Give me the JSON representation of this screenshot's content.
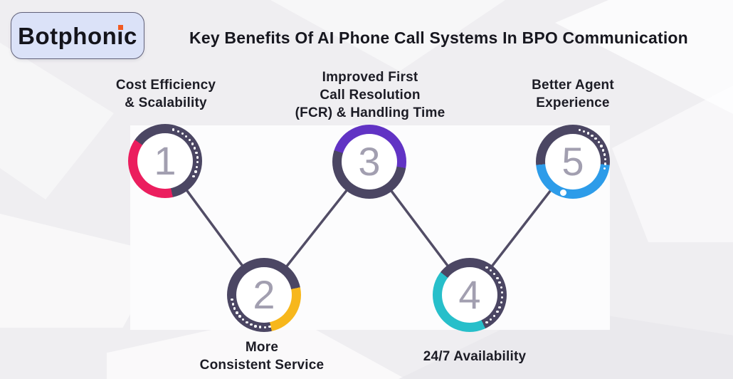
{
  "logo": {
    "pre": "Botphon",
    "i": "i",
    "post": "c",
    "accent_dot_color": "#f15a22",
    "box_color": "#dbe2f8"
  },
  "title": "Key Benefits Of AI Phone Call Systems In BPO Communication",
  "steps": [
    {
      "number": "1",
      "accent": "#eb1e5e",
      "label": "Cost Efficiency & Scalability",
      "lines": [
        "Cost Efficiency",
        "& Scalability"
      ]
    },
    {
      "number": "2",
      "accent": "#f7b71c",
      "label": "More Consistent Service",
      "lines": [
        "More",
        "Consistent Service"
      ]
    },
    {
      "number": "3",
      "accent": "#6133c4",
      "label": "Improved First Call Resolution (FCR) & Handling Time",
      "lines": [
        "Improved First",
        "Call Resolution",
        "(FCR) & Handling Time"
      ]
    },
    {
      "number": "4",
      "accent": "#27bfca",
      "label": "24/7 Availability",
      "lines": [
        "24/7 Availability"
      ]
    },
    {
      "number": "5",
      "accent": "#2d9ce9",
      "label": "Better Agent Experience",
      "lines": [
        "Better Agent",
        "Experience"
      ]
    }
  ],
  "colors": {
    "ring_base": "#4b4663",
    "number_gray": "#a29fb0",
    "text": "#1c1c25",
    "panel": "#fcfcfd",
    "background": "#efeef1",
    "connector": "#524d66"
  }
}
